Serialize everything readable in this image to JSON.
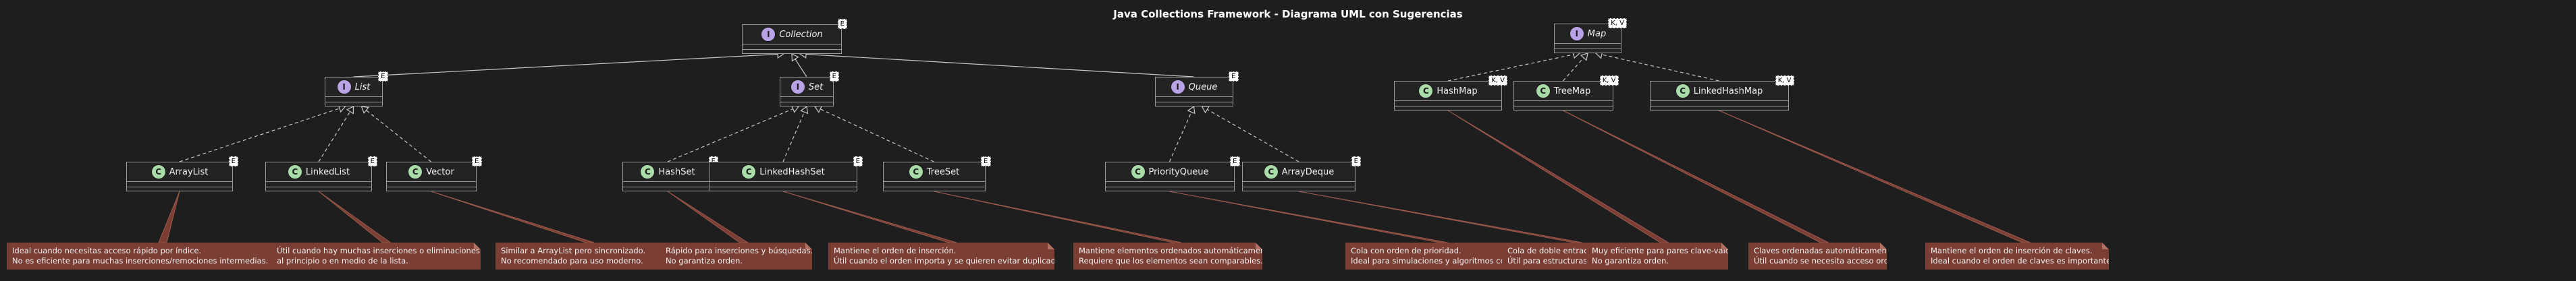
{
  "title": "Java Collections Framework - Diagrama UML con Sugerencias",
  "colors": {
    "background": "#1e1e1e",
    "interface_badge": "#b8a3e6",
    "class_badge": "#a9dca9",
    "note": "#7b3e34",
    "edge": "#c8c8c8"
  },
  "nodes": {
    "collection": {
      "kind": "interface",
      "badge": "I",
      "name": "Collection",
      "type_param": "E"
    },
    "list": {
      "kind": "interface",
      "badge": "I",
      "name": "List",
      "type_param": "E"
    },
    "set": {
      "kind": "interface",
      "badge": "I",
      "name": "Set",
      "type_param": "E"
    },
    "queue": {
      "kind": "interface",
      "badge": "I",
      "name": "Queue",
      "type_param": "E"
    },
    "map": {
      "kind": "interface",
      "badge": "I",
      "name": "Map",
      "type_param": "K, V"
    },
    "arraylist": {
      "kind": "class",
      "badge": "C",
      "name": "ArrayList",
      "type_param": "E"
    },
    "linkedlist": {
      "kind": "class",
      "badge": "C",
      "name": "LinkedList",
      "type_param": "E"
    },
    "vector": {
      "kind": "class",
      "badge": "C",
      "name": "Vector",
      "type_param": "E"
    },
    "hashset": {
      "kind": "class",
      "badge": "C",
      "name": "HashSet",
      "type_param": "E"
    },
    "linkedhashset": {
      "kind": "class",
      "badge": "C",
      "name": "LinkedHashSet",
      "type_param": "E"
    },
    "treeset": {
      "kind": "class",
      "badge": "C",
      "name": "TreeSet",
      "type_param": "E"
    },
    "priorityqueue": {
      "kind": "class",
      "badge": "C",
      "name": "PriorityQueue",
      "type_param": "E"
    },
    "arraydeque": {
      "kind": "class",
      "badge": "C",
      "name": "ArrayDeque",
      "type_param": "E"
    },
    "hashmap": {
      "kind": "class",
      "badge": "C",
      "name": "HashMap",
      "type_param": "K, V"
    },
    "treemap": {
      "kind": "class",
      "badge": "C",
      "name": "TreeMap",
      "type_param": "K, V"
    },
    "linkedhashmap": {
      "kind": "class",
      "badge": "C",
      "name": "LinkedHashMap",
      "type_param": "K, V"
    }
  },
  "notes": {
    "arraylist": [
      "Ideal cuando necesitas acceso rápido por índice.",
      "No es eficiente para muchas inserciones/remociones intermedias."
    ],
    "linkedlist": [
      "Útil cuando hay muchas inserciones o eliminaciones",
      "al principio o en medio de la lista."
    ],
    "vector": [
      "Similar a ArrayList pero sincronizado.",
      "No recomendado para uso moderno."
    ],
    "hashset": [
      "Rápido para inserciones y búsquedas.",
      "No garantiza orden."
    ],
    "linkedhashset": [
      "Mantiene el orden de inserción.",
      "Útil cuando el orden importa y se quieren evitar duplicados."
    ],
    "treeset": [
      "Mantiene elementos ordenados automáticamente.",
      "Requiere que los elementos sean comparables."
    ],
    "priorityqueue": [
      "Cola con orden de prioridad.",
      "Ideal para simulaciones y algoritmos como Dijkstra."
    ],
    "arraydeque": [
      "Cola de doble entrada eficiente.",
      "Útil para estructuras tipo pila o cola."
    ],
    "hashmap": [
      "Muy eficiente para pares clave-valor.",
      "No garantiza orden."
    ],
    "treemap": [
      "Claves ordenadas automáticamente.",
      "Útil cuando se necesita acceso ordenado."
    ],
    "linkedhashmap": [
      "Mantiene el orden de inserción de claves.",
      "Ideal cuando el orden de claves es importante."
    ]
  }
}
